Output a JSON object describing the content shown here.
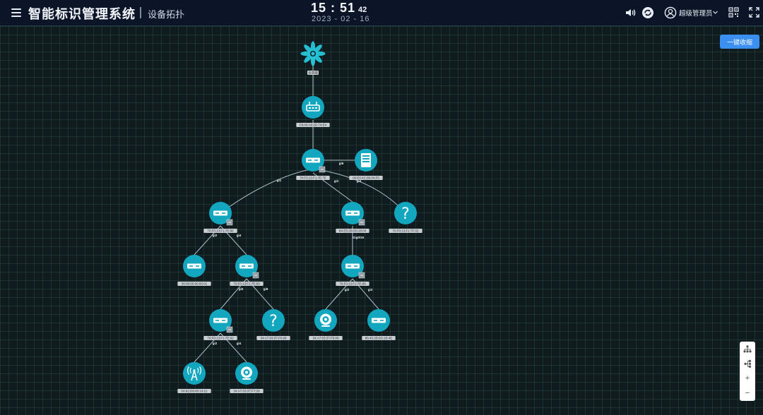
{
  "header": {
    "app_title": "智能标识管理系统",
    "page_title": "设备拓扑",
    "clock_hm": "15 : 51",
    "clock_sec": "42",
    "date": "2023 - 02 - 16",
    "user_name": "超级管理员"
  },
  "toolbar": {
    "collapse_label": "一键收缩",
    "zoom_in": "+",
    "zoom_out": "−"
  },
  "colors": {
    "accent": "#3b8ff0",
    "node_fill": "#12a7bf",
    "edge": "#c8dde4",
    "header_bg": "#0c1528"
  },
  "topology": {
    "nodes": [
      {
        "id": "root",
        "kind": "root",
        "label": "云总端"
      },
      {
        "id": "router",
        "kind": "router",
        "label": "F8:40:A6:2D:74:E4"
      },
      {
        "id": "core",
        "kind": "switch",
        "label": "70:F0:13:F1:7E:7E",
        "collapsible": true
      },
      {
        "id": "server",
        "kind": "server",
        "label": "00:E0:4C:80:04:F0"
      },
      {
        "id": "sw_l",
        "kind": "switch",
        "label": "70:F0:13:F1:7E:86",
        "collapsible": true
      },
      {
        "id": "sw_m",
        "kind": "switch",
        "label": "B4:E5:2B:0D:28:04",
        "collapsible": true
      },
      {
        "id": "unk_r",
        "kind": "unknown",
        "label": "70:F0:13:F1:7F:02"
      },
      {
        "id": "sw_ll",
        "kind": "switch",
        "label": "00:00:00:00:00:01"
      },
      {
        "id": "sw_lm",
        "kind": "switch",
        "label": "70:F0:13:F1:7E:83",
        "collapsible": true
      },
      {
        "id": "sw_m2",
        "kind": "switch",
        "label": "70:F0:13:F1:7E:80",
        "collapsible": true
      },
      {
        "id": "sw_lml",
        "kind": "switch",
        "label": "70:F0:13:F1:7E:92",
        "collapsible": true
      },
      {
        "id": "unk_lm",
        "kind": "unknown",
        "label": "34:A7:03:37:F0:99"
      },
      {
        "id": "cam_m",
        "kind": "camera",
        "label": "34:A7:03:37:F5:08"
      },
      {
        "id": "sw_m2r",
        "kind": "switch",
        "label": "86:45:2B:6D:1B:4E"
      },
      {
        "id": "ap",
        "kind": "wifi",
        "label": "04:62:D9:00:14:21"
      },
      {
        "id": "cam_l",
        "kind": "camera",
        "label": "34:A7:03:37:F7:29"
      }
    ],
    "edges": [
      {
        "from": "root",
        "to": "router",
        "label": ""
      },
      {
        "from": "router",
        "to": "core",
        "label": ""
      },
      {
        "from": "core",
        "to": "server",
        "label": "gi6"
      },
      {
        "from": "core",
        "to": "sw_l",
        "label": "gi1"
      },
      {
        "from": "core",
        "to": "sw_m",
        "label": "gi2"
      },
      {
        "from": "core",
        "to": "unk_r",
        "label": "gi4"
      },
      {
        "from": "sw_l",
        "to": "sw_ll",
        "label": "gi2"
      },
      {
        "from": "sw_l",
        "to": "sw_lm",
        "label": "gi4"
      },
      {
        "from": "sw_m",
        "to": "sw_m2",
        "label": "Gig0/16"
      },
      {
        "from": "sw_lm",
        "to": "sw_lml",
        "label": "gi5"
      },
      {
        "from": "sw_lm",
        "to": "unk_lm",
        "label": "gi8"
      },
      {
        "from": "sw_m2",
        "to": "cam_m",
        "label": "gi2"
      },
      {
        "from": "sw_m2",
        "to": "sw_m2r",
        "label": "gi3"
      },
      {
        "from": "sw_lml",
        "to": "ap",
        "label": "gi2"
      },
      {
        "from": "sw_lml",
        "to": "cam_l",
        "label": "gi4"
      }
    ]
  }
}
